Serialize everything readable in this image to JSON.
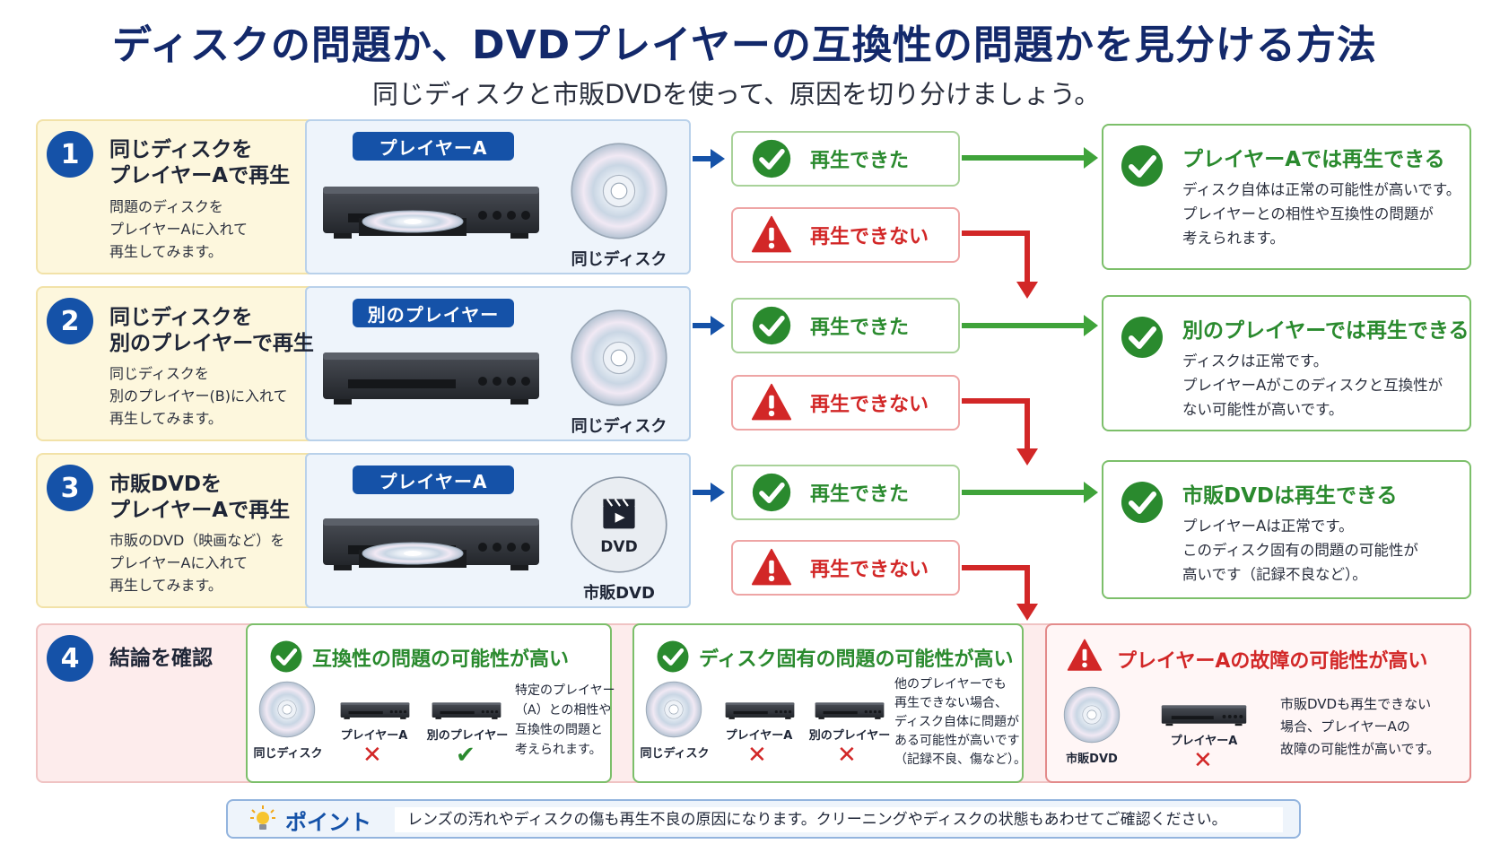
{
  "title": "ディスクの問題か、DVDプレイヤーの互換性の問題かを見分ける方法",
  "subtitle": "同じディスクと市販DVDを使って、原因を切り分けましょう。",
  "steps": [
    {
      "num": "1",
      "title1": "同じディスクを",
      "title2": "プレイヤーAで再生",
      "desc1": "問題のディスクを",
      "desc2": "プレイヤーAに入れて",
      "desc3": "再生してみます。",
      "player_label": "プレイヤーA",
      "disc_label": "同じディスク"
    },
    {
      "num": "2",
      "title1": "同じディスクを",
      "title2": "別のプレイヤーで再生",
      "desc1": "同じディスクを",
      "desc2": "別のプレイヤー(B)に入れて",
      "desc3": "再生してみます。",
      "player_label": "別のプレイヤー",
      "disc_label": "同じディスク"
    },
    {
      "num": "3",
      "title1": "市販DVDを",
      "title2": "プレイヤーAで再生",
      "desc1": "市販のDVD（映画など）を",
      "desc2": "プレイヤーAに入れて",
      "desc3": "再生してみます。",
      "player_label": "プレイヤーA",
      "disc_label": "市販DVD",
      "dvd_text": "DVD"
    }
  ],
  "results": {
    "ok": "再生できた",
    "ng": "再生できない"
  },
  "conclusions": [
    {
      "title": "プレイヤーAでは再生できる",
      "d1": "ディスク自体は正常の可能性が高いです。",
      "d2": "プレイヤーとの相性や互換性の問題が",
      "d3": "考えられます。"
    },
    {
      "title": "別のプレイヤーでは再生できる",
      "d1": "ディスクは正常です。",
      "d2": "プレイヤーAがこのディスクと互換性が",
      "d3": "ない可能性が高いです。"
    },
    {
      "title": "市販DVDは再生できる",
      "d1": "プレイヤーAは正常です。",
      "d2": "このディスク固有の問題の可能性が",
      "d3": "高いです（記録不良など）。"
    }
  ],
  "step4": {
    "num": "4",
    "title": "結論を確認",
    "cards": [
      {
        "title": "互換性の問題の可能性が高い",
        "disc": "同じディスク",
        "p1": "プレイヤーA",
        "p2": "別のプレイヤー",
        "n1": "特定のプレイヤー",
        "n2": "（A）との相性や",
        "n3": "互換性の問題と",
        "n4": "考えられます。"
      },
      {
        "title": "ディスク固有の問題の可能性が高い",
        "disc": "同じディスク",
        "p1": "プレイヤーA",
        "p2": "別のプレイヤー",
        "n1": "他のプレイヤーでも",
        "n2": "再生できない場合、",
        "n3": "ディスク自体に問題が",
        "n4": "ある可能性が高いです",
        "n5": "（記録不良、傷など）。"
      },
      {
        "title": "プレイヤーAの故障の可能性が高い",
        "disc": "市販DVD",
        "p1": "プレイヤーA",
        "n1": "市販DVDも再生できない",
        "n2": "場合、プレイヤーAの",
        "n3": "故障の可能性が高いです。"
      }
    ]
  },
  "point": {
    "label": "ポイント",
    "text": "レンズの汚れやディスクの傷も再生不良の原因になります。クリーニングやディスクの状態もあわせてご確認ください。"
  },
  "colors": {
    "navy": "#13296b",
    "blue": "#1552a8",
    "green": "#2a8a2e",
    "red": "#d22727"
  }
}
